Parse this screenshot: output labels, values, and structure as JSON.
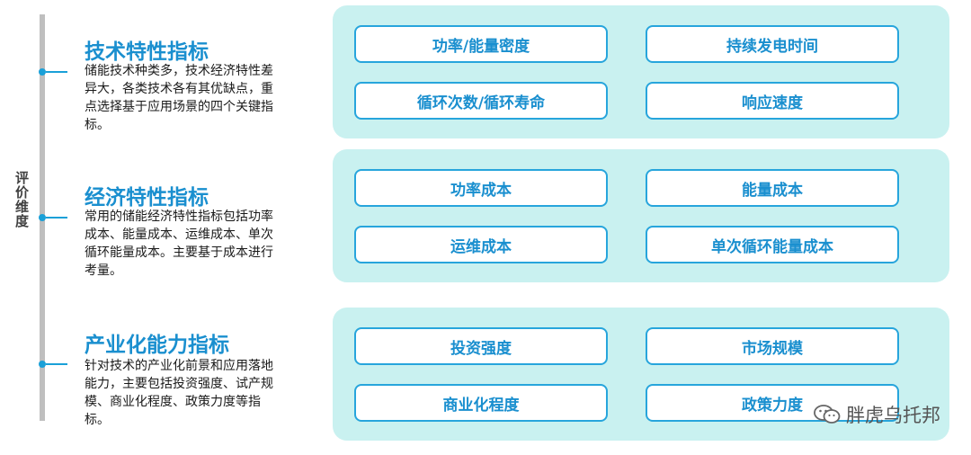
{
  "axis_label": "评价维度",
  "dimensions": [
    {
      "title": "技术特性指标",
      "description": "储能技术种类多，技术经济特性差异大，各类技术各有其优缺点，重点选择基于应用场景的四个关键指标。",
      "indicators": [
        "功率/能量密度",
        "持续发电时间",
        "循环次数/循环寿命",
        "响应速度"
      ]
    },
    {
      "title": "经济特性指标",
      "description": "常用的储能经济特性指标包括功率成本、能量成本、运维成本、单次循环能量成本。主要基于成本进行考量。",
      "indicators": [
        "功率成本",
        "能量成本",
        "运维成本",
        "单次循环能量成本"
      ]
    },
    {
      "title": "产业化能力指标",
      "description": "针对技术的产业化前景和应用落地能力，主要包括投资强度、试产规模、商业化程度、政策力度等指标。",
      "indicators": [
        "投资强度",
        "市场规模",
        "商业化程度",
        "政策力度"
      ]
    }
  ],
  "watermark": "胖虎乌托邦",
  "colors": {
    "accent": "#1a8fcf",
    "panel": "#c9f1f0",
    "chip_border": "#27a5dc",
    "axis": "#bfbfbf"
  }
}
